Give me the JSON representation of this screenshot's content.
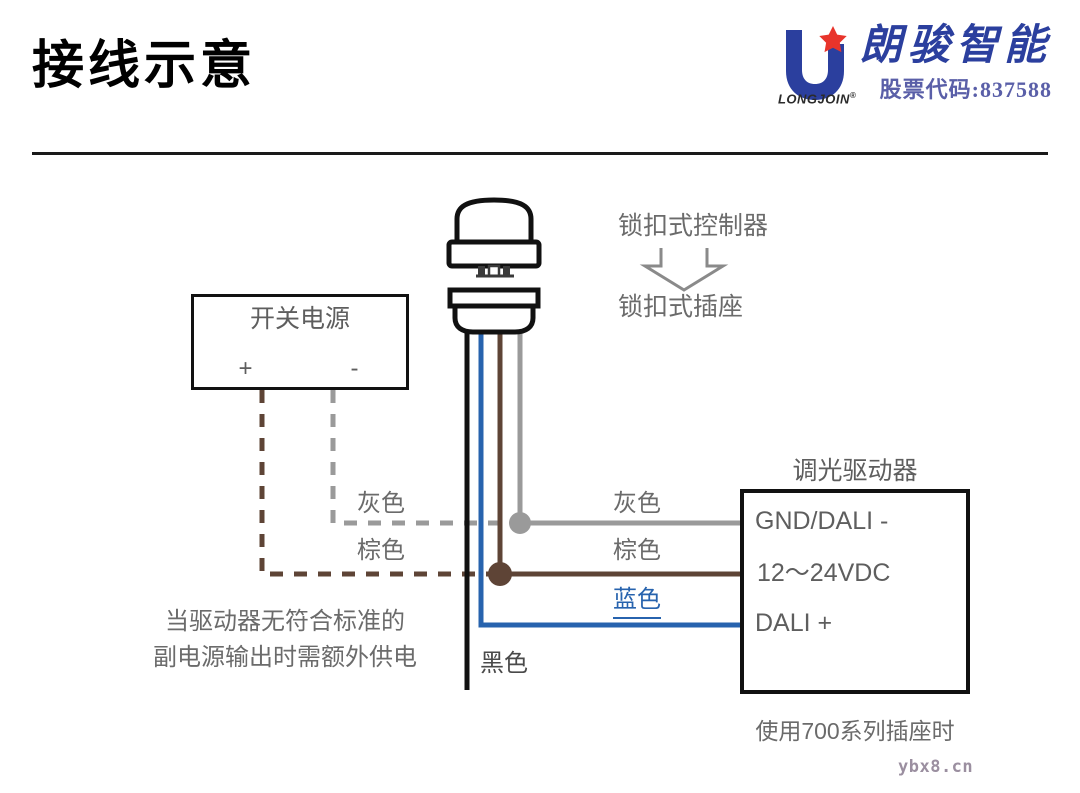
{
  "header": {
    "title": "接线示意",
    "brand": {
      "latin": "LONGJOIN",
      "registered": "®",
      "name": "朗骏智能",
      "stock": "股票代码:837588",
      "logo_icon": "longjoin-u-star-logo",
      "colors": {
        "u_blue": "#2b3f9e",
        "star_red": "#e8342b",
        "name_blue": "#2b3f9e",
        "stock_blue": "#5a5fa8"
      }
    }
  },
  "diagram": {
    "power_supply": {
      "title": "开关电源",
      "terminal_plus": "+",
      "terminal_minus": "-",
      "note": "当驱动器无符合标准的\n副电源输出时需额外供电",
      "note_line1": "当驱动器无符合标准的",
      "note_line2": "副电源输出时需额外供电"
    },
    "controller": {
      "label_top": "锁扣式控制器",
      "label_bottom": "锁扣式插座",
      "arrow_icon": "arrow-down-outline",
      "device_icon": "twist-lock-photocontrol",
      "socket_icon": "twist-lock-socket"
    },
    "driver": {
      "title": "调光驱动器",
      "terminals": [
        "GND/DALI -",
        "12～24VDC",
        "DALI +"
      ],
      "caption": "使用700系列插座时"
    },
    "wires": [
      {
        "name": "gray",
        "label_left": "灰色",
        "label_right": "灰色",
        "color": "#9a9a9a"
      },
      {
        "name": "brown",
        "label_left": "棕色",
        "label_right": "棕色",
        "color": "#5e4436"
      },
      {
        "name": "blue",
        "label_right": "蓝色",
        "color": "#2763ae"
      },
      {
        "name": "black",
        "label_right": "黑色",
        "color": "#111111"
      }
    ],
    "wire_labels": {
      "gray_left": "灰色",
      "brown_left": "棕色",
      "gray_right": "灰色",
      "brown_right": "棕色",
      "blue": "蓝色",
      "black": "黑色"
    }
  },
  "watermark": "ybx8.cn"
}
